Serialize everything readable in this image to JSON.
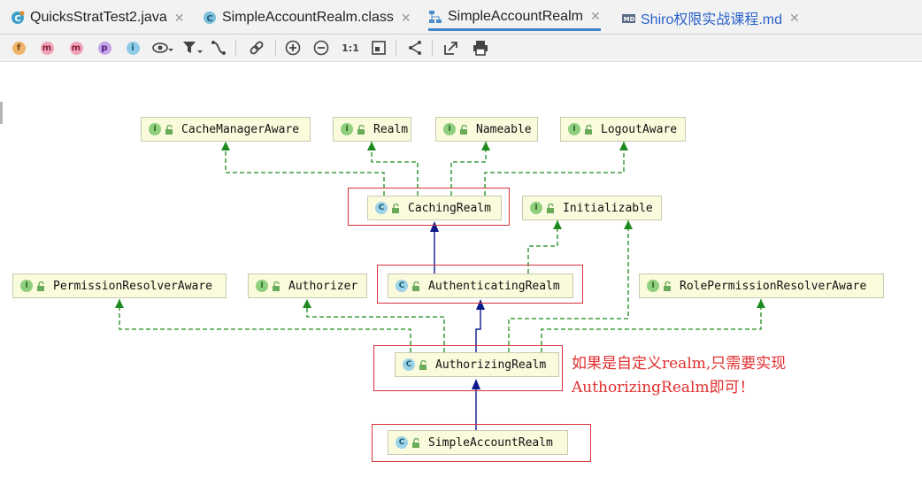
{
  "tabs": [
    {
      "label": "QuicksStratTest2.java",
      "icon": "java-class-icon",
      "active": false
    },
    {
      "label": "SimpleAccountRealm.class",
      "icon": "class-file-icon",
      "active": false
    },
    {
      "label": "SimpleAccountRealm",
      "icon": "diagram-icon",
      "active": true
    },
    {
      "label": "Shiro权限实战课程.md",
      "icon": "markdown-icon",
      "active": false
    }
  ],
  "toolbar": {
    "fields_letter": "f",
    "methods_letter": "m",
    "constructors_letter": "m",
    "properties_letter": "p",
    "inner_letter": "i",
    "actual_size_label": "1:1"
  },
  "diagram": {
    "nodes": [
      {
        "name": "CacheManagerAware",
        "kind": "I"
      },
      {
        "name": "Realm",
        "kind": "I"
      },
      {
        "name": "Nameable",
        "kind": "I"
      },
      {
        "name": "LogoutAware",
        "kind": "I"
      },
      {
        "name": "CachingRealm",
        "kind": "C"
      },
      {
        "name": "Initializable",
        "kind": "I"
      },
      {
        "name": "PermissionResolverAware",
        "kind": "I"
      },
      {
        "name": "Authorizer",
        "kind": "I"
      },
      {
        "name": "AuthenticatingRealm",
        "kind": "C"
      },
      {
        "name": "RolePermissionResolverAware",
        "kind": "I"
      },
      {
        "name": "AuthorizingRealm",
        "kind": "C"
      },
      {
        "name": "SimpleAccountRealm",
        "kind": "C"
      }
    ],
    "annotation": [
      "如果是自定义realm,只需要实现",
      "AuthorizingRealm即可！"
    ],
    "colors": {
      "implements_edge": "#1e8a1e",
      "extends_edge": "#0b1a8a",
      "highlight_box": "#d9323a",
      "annotation_text": "#e0302e",
      "node_fill": "#fafadc"
    }
  }
}
